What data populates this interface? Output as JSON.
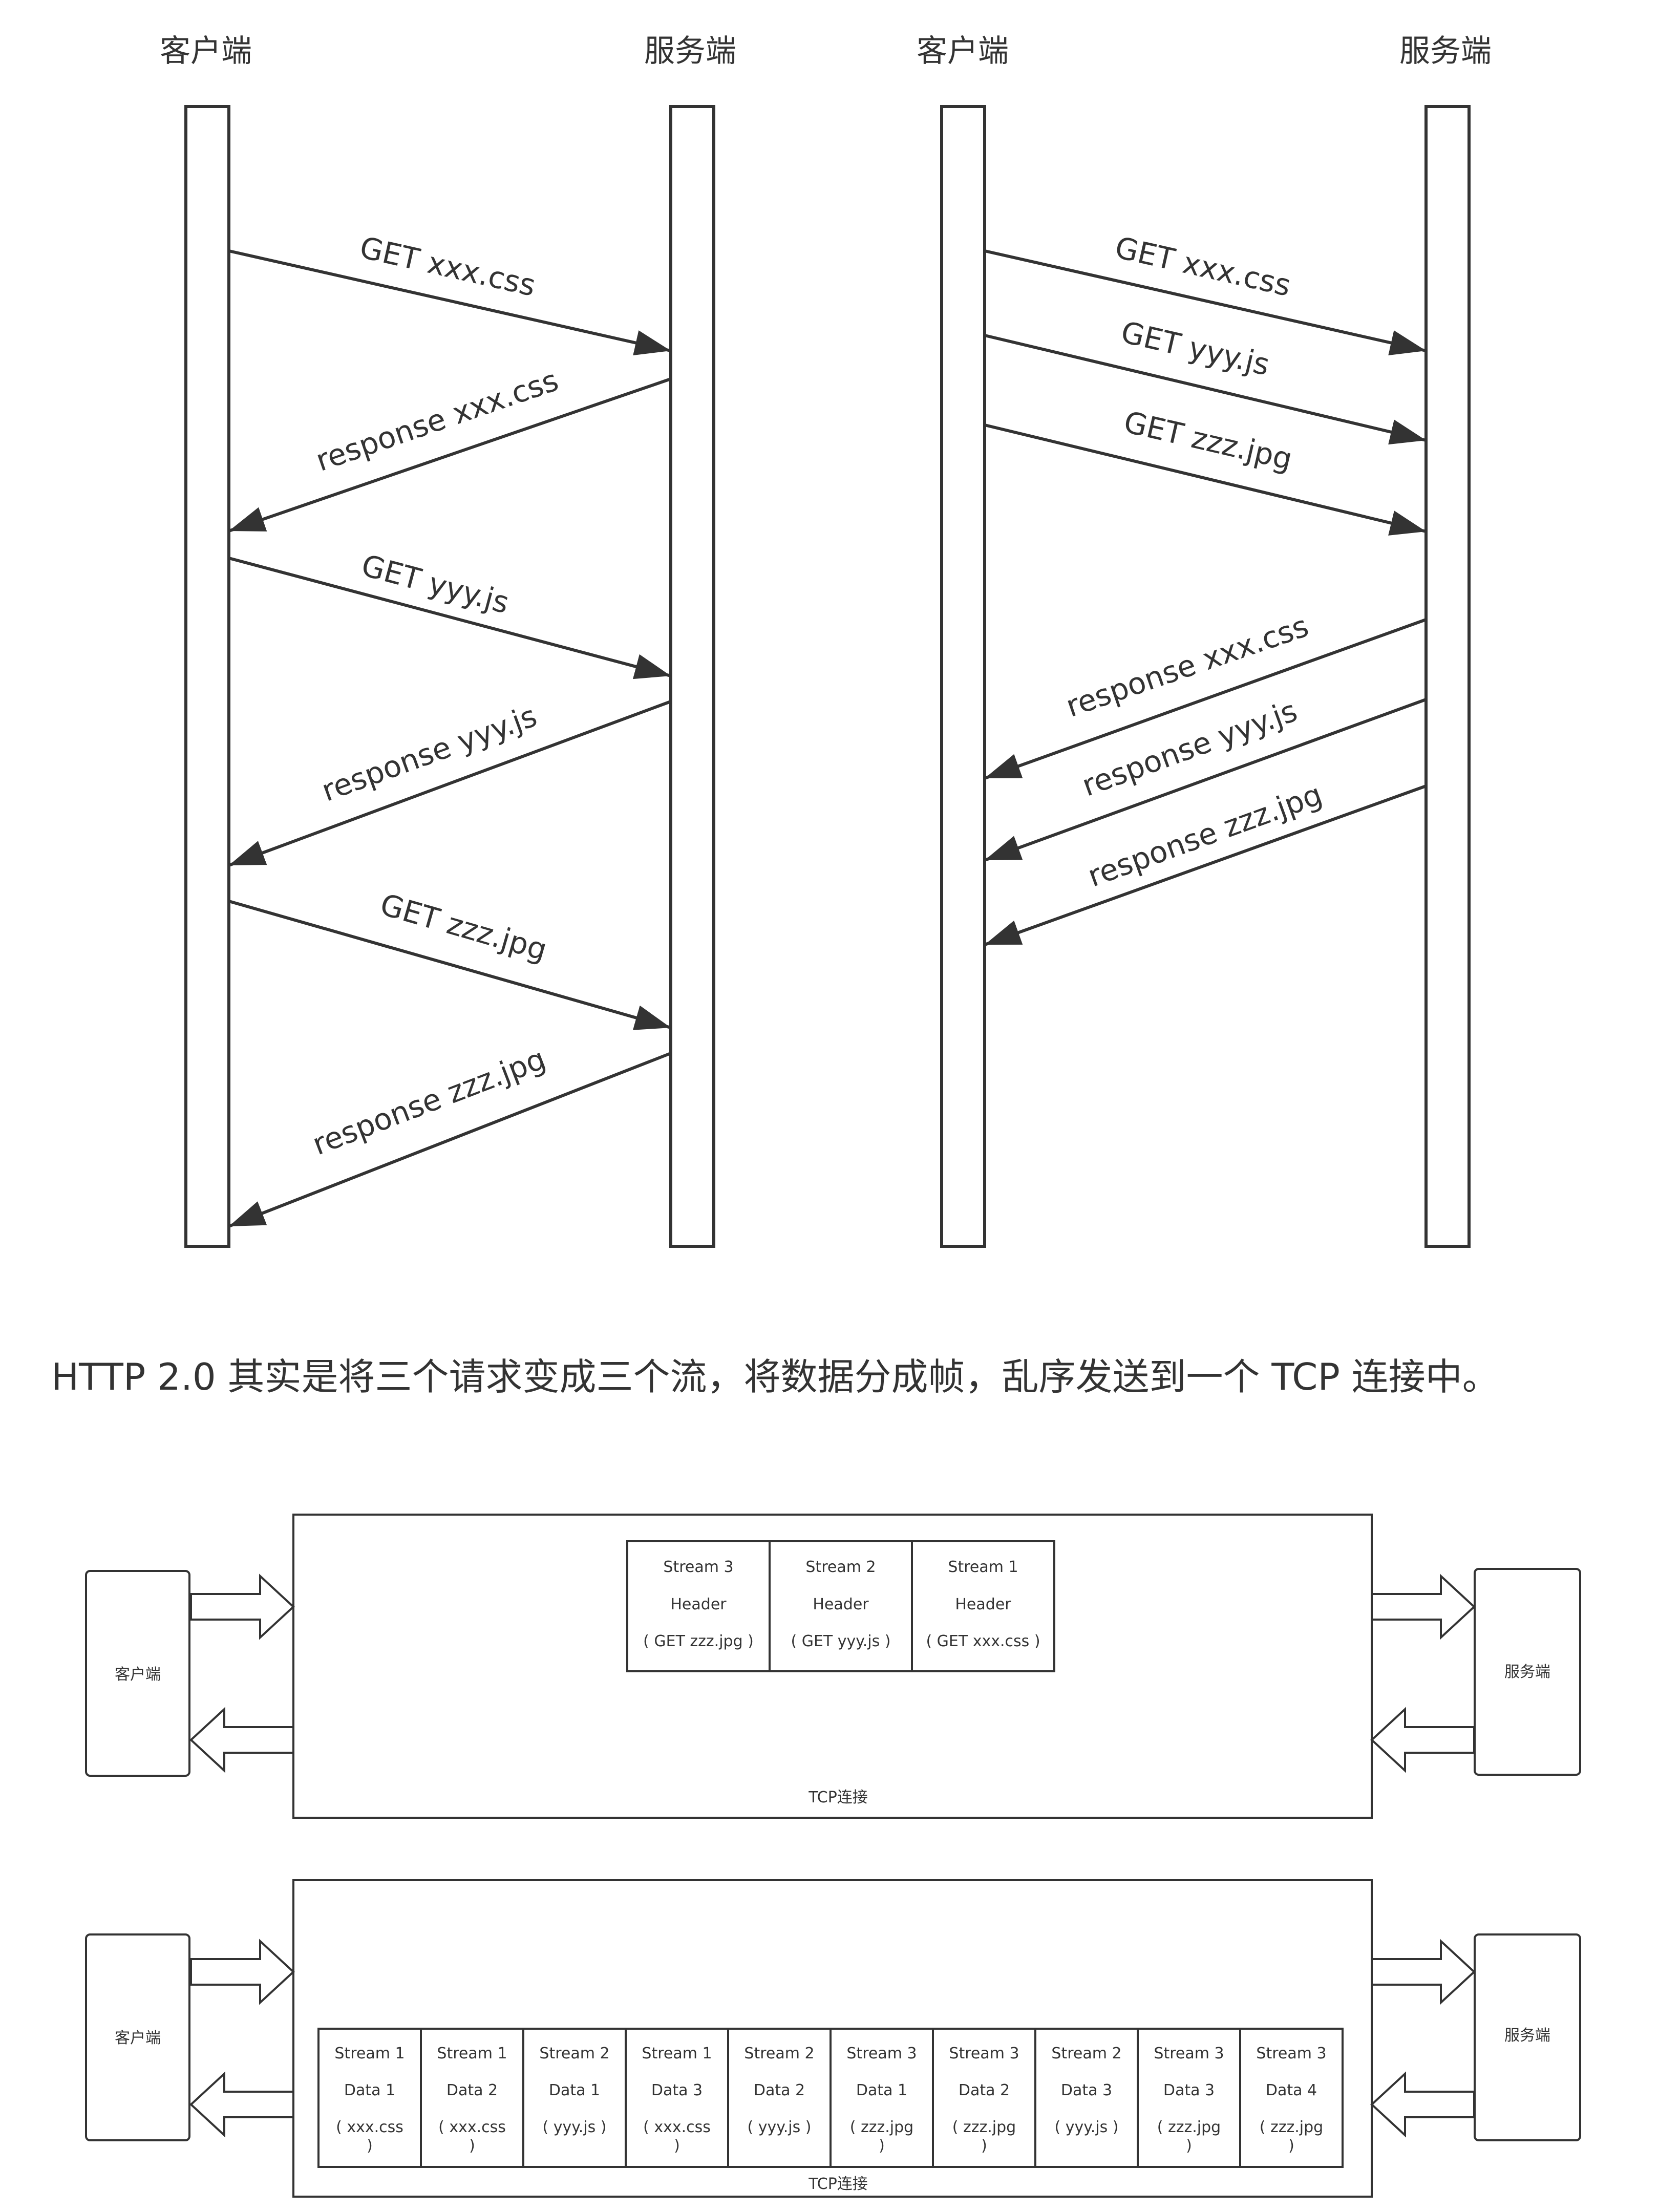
{
  "seq_left": {
    "client_label": "客户端",
    "server_label": "服务端",
    "messages": [
      "GET xxx.css",
      "response xxx.css",
      "GET yyy.js",
      "response yyy.js",
      "GET zzz.jpg",
      "response zzz.jpg"
    ]
  },
  "seq_right": {
    "client_label": "客户端",
    "server_label": "服务端",
    "requests": [
      "GET xxx.css",
      "GET yyy.js",
      "GET zzz.jpg"
    ],
    "responses": [
      "response xxx.css",
      "response yyy.js",
      "response zzz.jpg"
    ]
  },
  "caption": "HTTP 2.0 其实是将三个请求变成三个流，将数据分成帧，乱序发送到一个 TCP 连接中。",
  "tcp_header": {
    "client_label": "客户端",
    "server_label": "服务端",
    "connection_label": "TCP连接",
    "frames": [
      {
        "l1": "Stream 3",
        "l2": "Header",
        "l3": "( GET zzz.jpg )"
      },
      {
        "l1": "Stream 2",
        "l2": "Header",
        "l3": "( GET yyy.js )"
      },
      {
        "l1": "Stream 1",
        "l2": "Header",
        "l3": "( GET xxx.css )"
      }
    ]
  },
  "tcp_data": {
    "client_label": "客户端",
    "server_label": "服务端",
    "connection_label": "TCP连接",
    "frames": [
      {
        "l1": "Stream 1",
        "l2": "Data 1",
        "l3": "( xxx.css",
        "l4": ")"
      },
      {
        "l1": "Stream 1",
        "l2": "Data 2",
        "l3": "( xxx.css",
        "l4": ")"
      },
      {
        "l1": "Stream 2",
        "l2": "Data 1",
        "l3": "( yyy.js )",
        "l4": ""
      },
      {
        "l1": "Stream 1",
        "l2": "Data 3",
        "l3": "( xxx.css",
        "l4": ")"
      },
      {
        "l1": "Stream 2",
        "l2": "Data 2",
        "l3": "( yyy.js )",
        "l4": ""
      },
      {
        "l1": "Stream 3",
        "l2": "Data 1",
        "l3": "( zzz.jpg",
        "l4": ")"
      },
      {
        "l1": "Stream 3",
        "l2": "Data 2",
        "l3": "( zzz.jpg",
        "l4": ")"
      },
      {
        "l1": "Stream 2",
        "l2": "Data 3",
        "l3": "( yyy.js )",
        "l4": ""
      },
      {
        "l1": "Stream 3",
        "l2": "Data 3",
        "l3": "( zzz.jpg",
        "l4": ")"
      },
      {
        "l1": "Stream 3",
        "l2": "Data 4",
        "l3": "( zzz.jpg",
        "l4": ")"
      }
    ]
  }
}
